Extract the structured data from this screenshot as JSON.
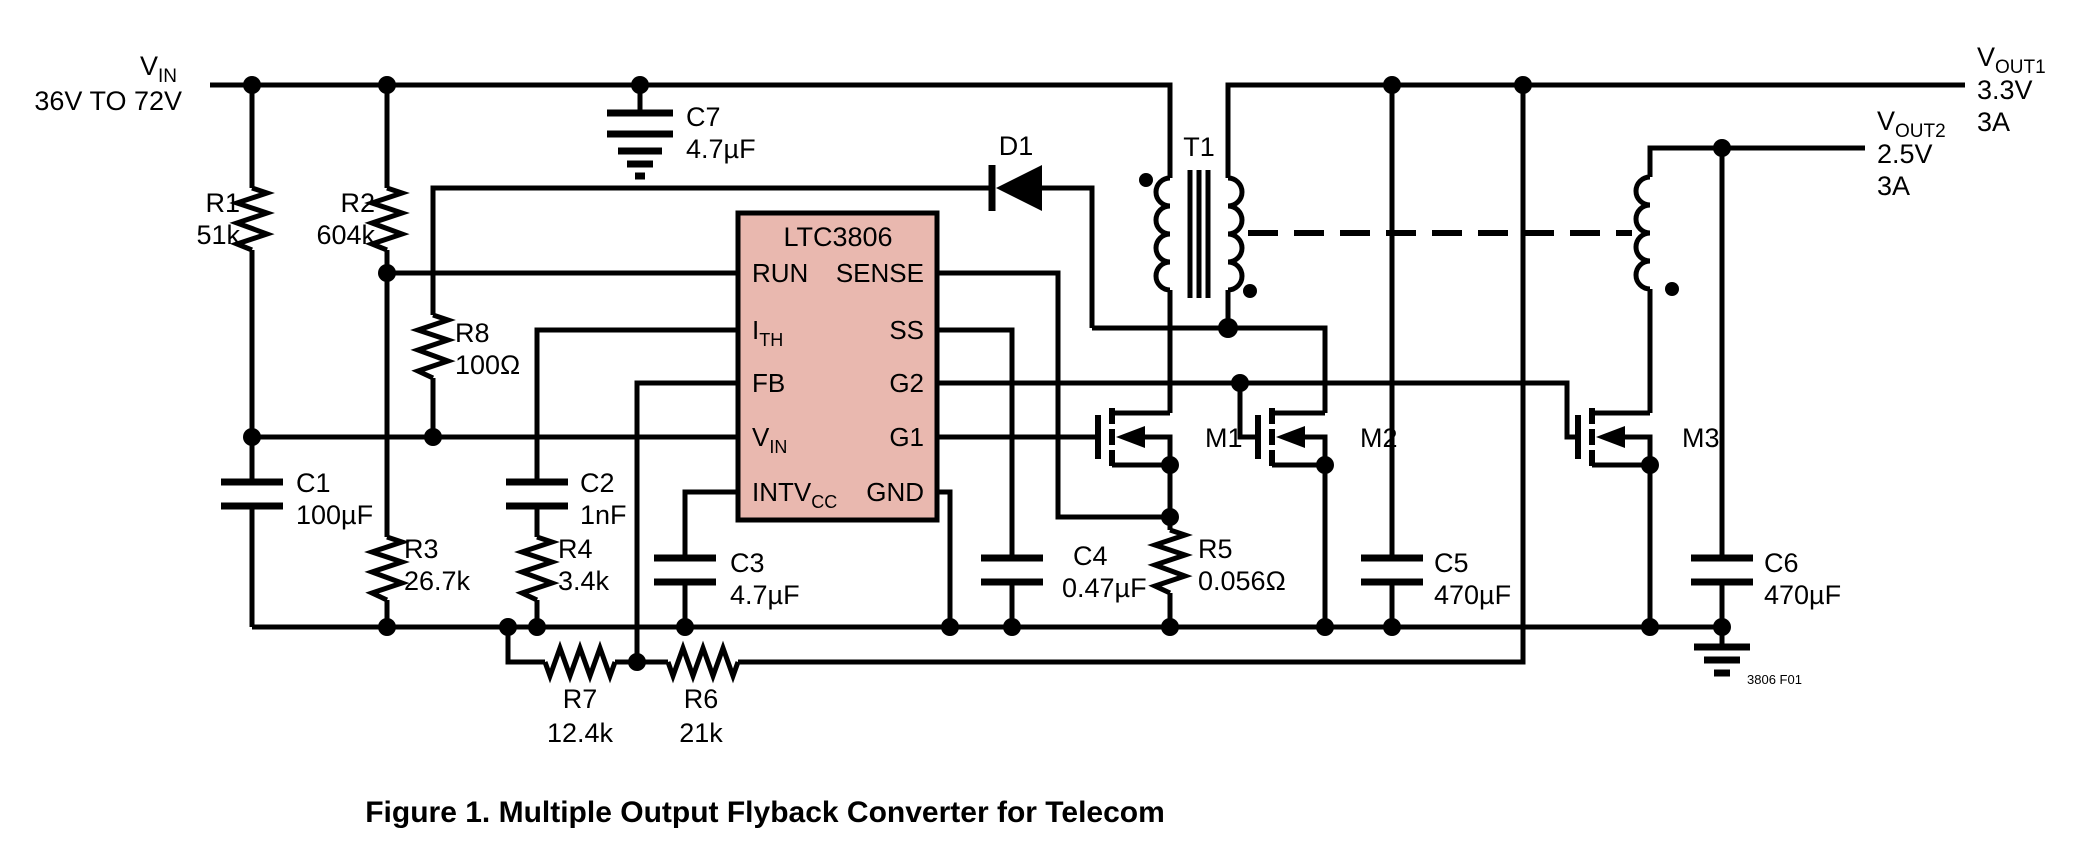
{
  "caption": "Figure 1. Multiple Output Flyback Converter for Telecom",
  "fig_ref": "3806 F01",
  "input": {
    "name_main": "V",
    "name_sub": "IN",
    "range": "36V TO 72V"
  },
  "outputs": {
    "vout1": {
      "name_main": "V",
      "name_sub": "OUT1",
      "voltage": "3.3V",
      "current": "3A"
    },
    "vout2": {
      "name_main": "V",
      "name_sub": "OUT2",
      "voltage": "2.5V",
      "current": "3A"
    }
  },
  "ic": {
    "name": "LTC3806",
    "pins": {
      "run": "RUN",
      "sense": "SENSE",
      "ith_main": "I",
      "ith_sub": "TH",
      "ss": "SS",
      "fb": "FB",
      "g2": "G2",
      "vin_main": "V",
      "vin_sub": "IN",
      "g1": "G1",
      "intvcc_main": "INTV",
      "intvcc_sub": "CC",
      "gnd": "GND"
    }
  },
  "components": {
    "r1": {
      "ref": "R1",
      "value": "51k"
    },
    "r2": {
      "ref": "R2",
      "value": "604k"
    },
    "r3": {
      "ref": "R3",
      "value": "26.7k"
    },
    "r4": {
      "ref": "R4",
      "value": "3.4k"
    },
    "r5": {
      "ref": "R5",
      "value": "0.056Ω"
    },
    "r6": {
      "ref": "R6",
      "value": "21k"
    },
    "r7": {
      "ref": "R7",
      "value": "12.4k"
    },
    "r8": {
      "ref": "R8",
      "value": "100Ω"
    },
    "c1": {
      "ref": "C1",
      "value": "100µF"
    },
    "c2": {
      "ref": "C2",
      "value": "1nF"
    },
    "c3": {
      "ref": "C3",
      "value": "4.7µF"
    },
    "c4": {
      "ref": "C4",
      "value": "0.47µF"
    },
    "c5": {
      "ref": "C5",
      "value": "470µF"
    },
    "c6": {
      "ref": "C6",
      "value": "470µF"
    },
    "c7": {
      "ref": "C7",
      "value": "4.7µF"
    },
    "d1": {
      "ref": "D1"
    },
    "t1": {
      "ref": "T1"
    },
    "m1": {
      "ref": "M1"
    },
    "m2": {
      "ref": "M2"
    },
    "m3": {
      "ref": "M3"
    }
  },
  "colors": {
    "ic_fill": "#e9b8af",
    "line": "#000000",
    "background": "#ffffff"
  }
}
